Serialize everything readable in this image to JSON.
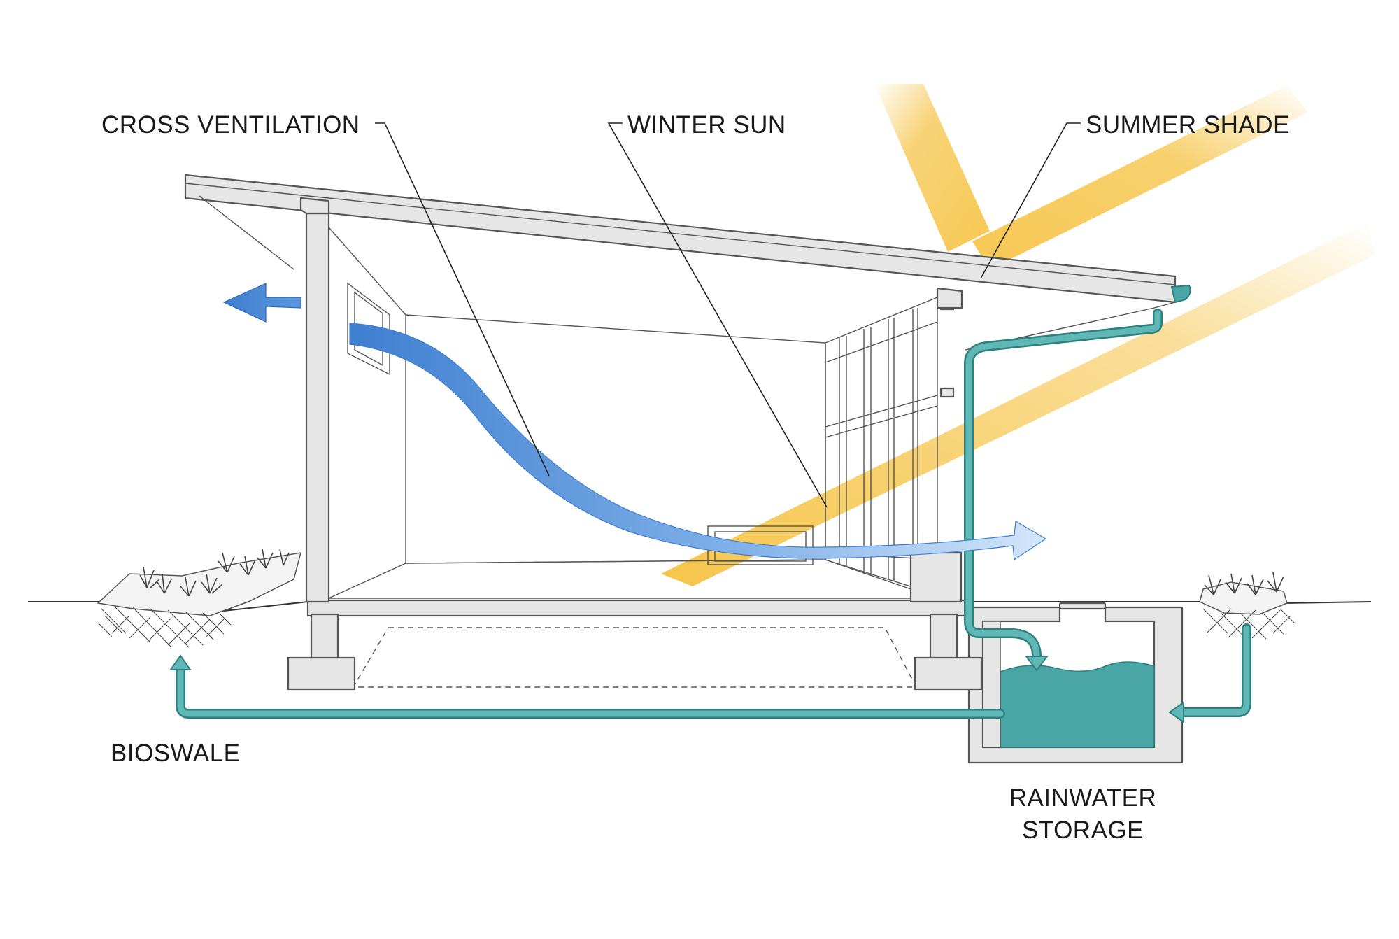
{
  "labels": {
    "cross_ventilation": "CROSS VENTILATION",
    "winter_sun": "WINTER SUN",
    "summer_shade": "SUMMER SHADE",
    "bioswale": "BIOSWALE",
    "rainwater_storage_line1": "RAINWATER",
    "rainwater_storage_line2": "STORAGE"
  },
  "colors": {
    "sun": "#f6c54a",
    "airflow": "#4f8fd6",
    "water": "#4aa6a4",
    "pipe": "#2d7f80",
    "structure": "#e6e6e6"
  }
}
